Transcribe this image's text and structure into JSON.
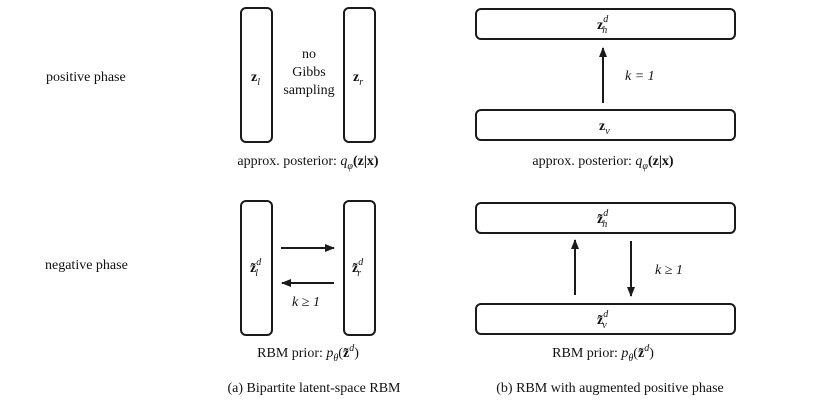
{
  "rows": {
    "positive": "positive phase",
    "negative": "negative phase"
  },
  "panel_a": {
    "no_gibbs": [
      "no",
      "Gibbs",
      "sampling"
    ],
    "pos_left": {
      "base": "z",
      "sub": "l"
    },
    "pos_right": {
      "base": "z",
      "sub": "r"
    },
    "pos_caption": {
      "text": "approx. posterior: ",
      "q": "q",
      "phi": "φ",
      "args": "(z|x)"
    },
    "neg_left": {
      "base": "z̃",
      "sup": "d",
      "sub": "l"
    },
    "neg_right": {
      "base": "z̃",
      "sup": "d",
      "sub": "r"
    },
    "neg_label": "k ≥ 1",
    "neg_caption": {
      "text": "RBM prior: ",
      "p": "p",
      "theta": "θ",
      "args_open": "(",
      "args_base": "z̃",
      "args_sup": "d",
      "args_close": ")"
    },
    "title": "(a) Bipartite latent-space RBM"
  },
  "panel_b": {
    "pos_top": {
      "base": "z",
      "sup": "d",
      "sub": "h"
    },
    "pos_bottom": {
      "base": "z",
      "sub": "v"
    },
    "pos_label": "k = 1",
    "pos_caption": {
      "text": "approx. posterior: ",
      "q": "q",
      "phi": "φ",
      "args": "(z|x)"
    },
    "neg_top": {
      "base": "z̃",
      "sup": "d",
      "sub": "h"
    },
    "neg_bottom": {
      "base": "z̃",
      "sup": "d",
      "sub": "v"
    },
    "neg_label": "k ≥ 1",
    "neg_caption": {
      "text": "RBM prior: ",
      "p": "p",
      "theta": "θ",
      "args_open": "(",
      "args_base": "z̃",
      "args_sup": "d",
      "args_close": ")"
    },
    "title": "(b) RBM with augmented positive phase"
  }
}
